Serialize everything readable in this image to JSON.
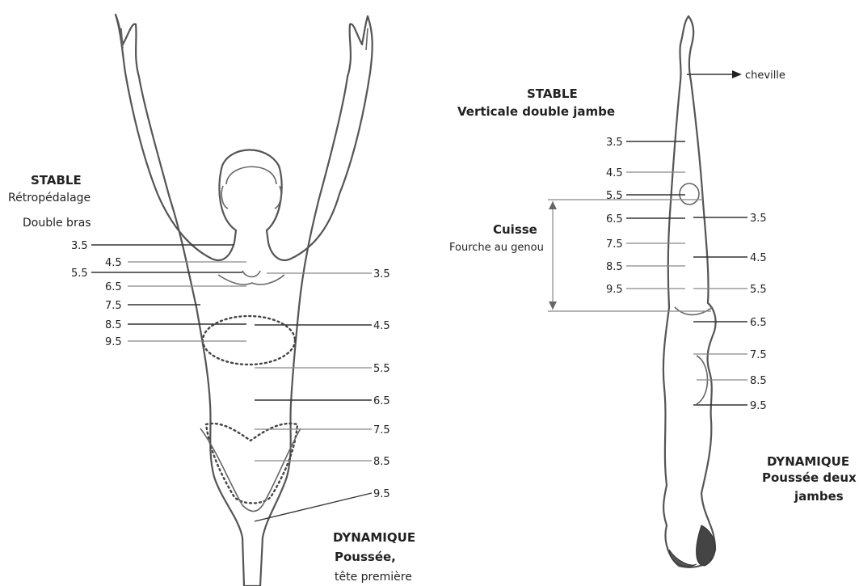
{
  "front": {
    "stable": {
      "title": "STABLE",
      "line1": "Rétropédalage",
      "line2": "Double bras"
    },
    "left_levels": [
      "3.5",
      "4.5",
      "5.5",
      "6.5",
      "7.5",
      "8.5",
      "9.5"
    ],
    "right_levels": [
      "3.5",
      "4.5",
      "5.5",
      "6.5",
      "7.5",
      "8.5",
      "9.5"
    ],
    "dynamic": {
      "title": "DYNAMIQUE",
      "line1": "Poussée,",
      "line2": "tête première"
    }
  },
  "side": {
    "ankle_label": "cheville",
    "stable": {
      "title": "STABLE",
      "line1": "Verticale double jambe"
    },
    "thigh": {
      "title": "Cuisse",
      "line1": "Fourche au genou"
    },
    "left_levels": [
      "3.5",
      "4.5",
      "5.5",
      "6.5",
      "7.5",
      "8.5",
      "9.5"
    ],
    "right_levels": [
      "3.5",
      "4.5",
      "5.5",
      "6.5",
      "7.5",
      "8.5",
      "9.5"
    ],
    "dynamic": {
      "title": "DYNAMIQUE",
      "line1": "Poussée deux",
      "line2": "jambes"
    }
  }
}
